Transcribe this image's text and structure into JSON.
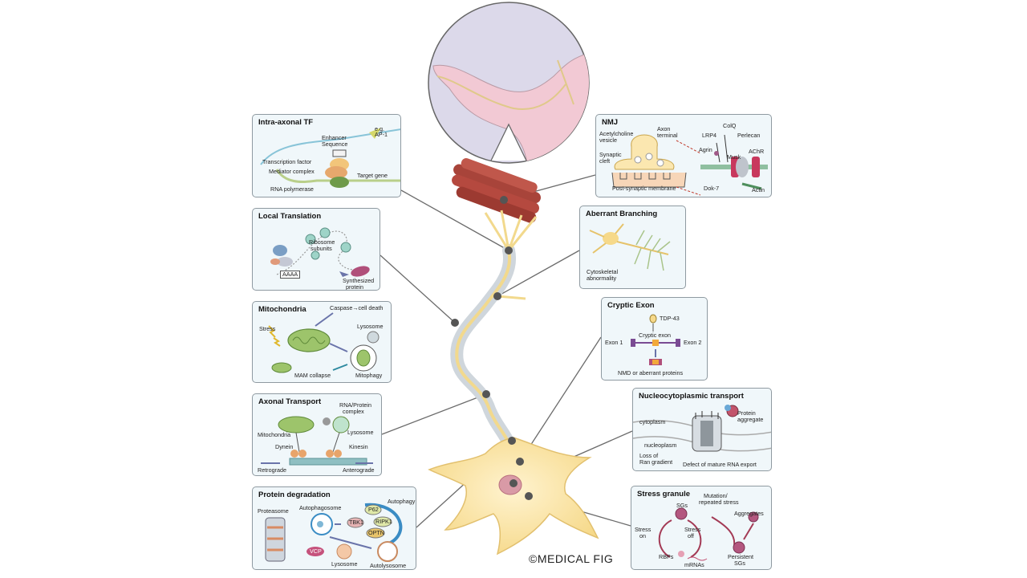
{
  "copyright": "©MEDICAL FIG",
  "panels": {
    "intra_axonal_tf": {
      "title": "Intra-axonal TF",
      "labels": {
        "eg": "e.g.",
        "ap1": "AP-1",
        "enhancer": "Enhancer",
        "sequence": "Sequence",
        "tf": "Transcription factor",
        "mediator": "Mediator complex",
        "target": "Target gene",
        "polymerase": "RNA polymerase"
      }
    },
    "local_translation": {
      "title": "Local Translation",
      "labels": {
        "ribosome": "Ribosome",
        "subunits": "subunits",
        "aaaa": "AAAA",
        "synth1": "Synthesized",
        "synth2": "protein"
      }
    },
    "mitochondria": {
      "title": "Mitochondria",
      "labels": {
        "caspase": "Caspase→cell death",
        "stress": "Stress",
        "lysosome": "Lysosome",
        "mam": "MAM collapse",
        "mitophagy": "Mitophagy"
      }
    },
    "axonal_transport": {
      "title": "Axonal Transport",
      "labels": {
        "rna1": "RNA/Protein",
        "rna2": "complex",
        "mito": "Mitochondria",
        "lysosome": "Lysosome",
        "dynein": "Dynein",
        "kinesin": "Kinesin",
        "retro": "Retrograde",
        "antero": "Anterograde"
      }
    },
    "protein_degradation": {
      "title": "Protein degradation",
      "labels": {
        "proteasome": "Proteasome",
        "autophagosome": "Autophagosome",
        "autophagy": "Autophagy",
        "p62": "P62",
        "tbk1": "TBK1",
        "ripk1": "RIPK1",
        "optn": "OPTN",
        "vcp": "VCP",
        "lysosome": "Lysosome",
        "autolysosome": "Autolysosome"
      }
    },
    "nmj": {
      "title": "NMJ",
      "labels": {
        "ach1": "Acetylcholine",
        "ach2": "vesicle",
        "axon1": "Axon",
        "axon2": "terminal",
        "syn1": "Synaptic",
        "syn2": "cleft",
        "post": "Post-synaptic membrane",
        "lrp4": "LRP4",
        "colq": "ColQ",
        "perlecan": "Perlecan",
        "agrin": "Agrin",
        "musk": "Musk",
        "achr": "AChR",
        "dok7": "Dok-7",
        "actin": "Actin"
      }
    },
    "aberrant_branching": {
      "title": "Aberrant Branching",
      "labels": {
        "cyto1": "Cytoskeletal",
        "cyto2": "abnormality"
      }
    },
    "cryptic_exon": {
      "title": "Cryptic Exon",
      "labels": {
        "tdp": "TDP-43",
        "cryptic": "Cryptic exon",
        "exon1": "Exon 1",
        "exon2": "Exon 2",
        "nmd": "NMD or aberrant proteins"
      }
    },
    "nucleocytoplasmic": {
      "title": "Nucleocytoplasmic transport",
      "labels": {
        "cytoplasm": "cytoplasm",
        "agg1": "Protein",
        "agg2": "aggregate",
        "nucleoplasm": "nucleoplasm",
        "loss1": "Loss of",
        "loss2": "Ran gradient",
        "defect": "Defect of mature RNA export"
      }
    },
    "stress_granule": {
      "title": "Stress granule",
      "labels": {
        "sgs": "SGs",
        "mut1": "Mutation/",
        "mut2": "repeated stress",
        "aggregates": "Aggregates",
        "stress_on1": "Stress",
        "stress_on2": "on",
        "stress_off1": "Stress",
        "stress_off2": "off",
        "rbps": "RBPs",
        "mrnas": "mRNAs",
        "persistent1": "Persistent",
        "persistent2": "SGs"
      }
    }
  }
}
